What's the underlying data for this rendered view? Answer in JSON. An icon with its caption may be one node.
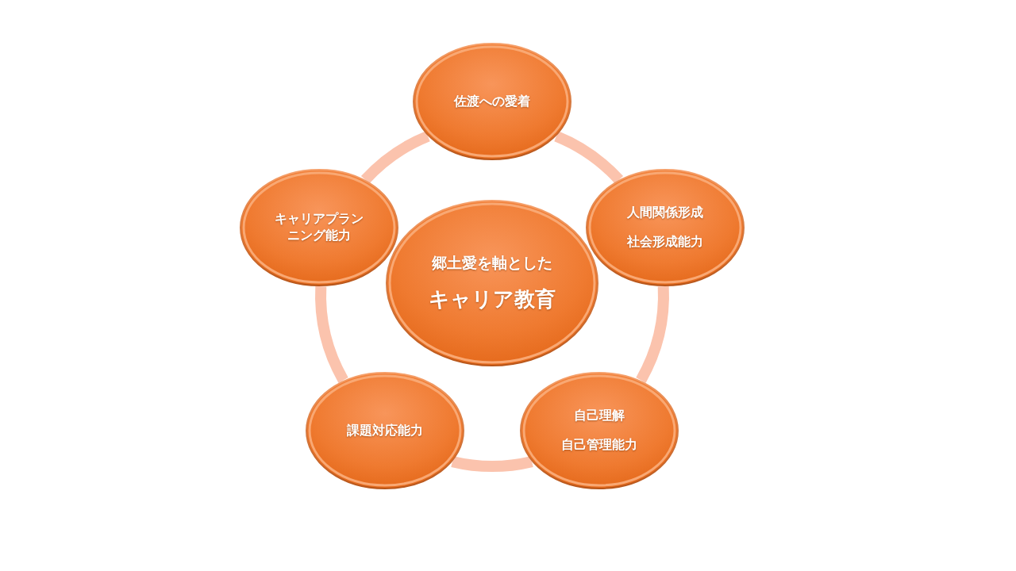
{
  "diagram": {
    "nodes": [
      {
        "text": [
          "佐渡への愛着"
        ]
      },
      {
        "text": [
          "キャリアプランニング能力"
        ]
      },
      {
        "text": [
          "人間関係形成",
          "社会形成能力"
        ]
      },
      {
        "text": [
          "郷土愛を軸とした",
          "キャリア教育"
        ]
      },
      {
        "text": [
          "課題対応能力"
        ]
      },
      {
        "text": [
          "自己理解",
          "自己管理能力"
        ]
      }
    ],
    "edges": [
      {
        "from": 0,
        "to": 2,
        "arrow": "none"
      },
      {
        "from": 2,
        "to": 5,
        "arrow": "none"
      },
      {
        "from": 5,
        "to": 4,
        "arrow": "none"
      },
      {
        "from": 4,
        "to": 1,
        "arrow": "none"
      },
      {
        "from": 1,
        "to": 0,
        "arrow": "none"
      }
    ]
  }
}
